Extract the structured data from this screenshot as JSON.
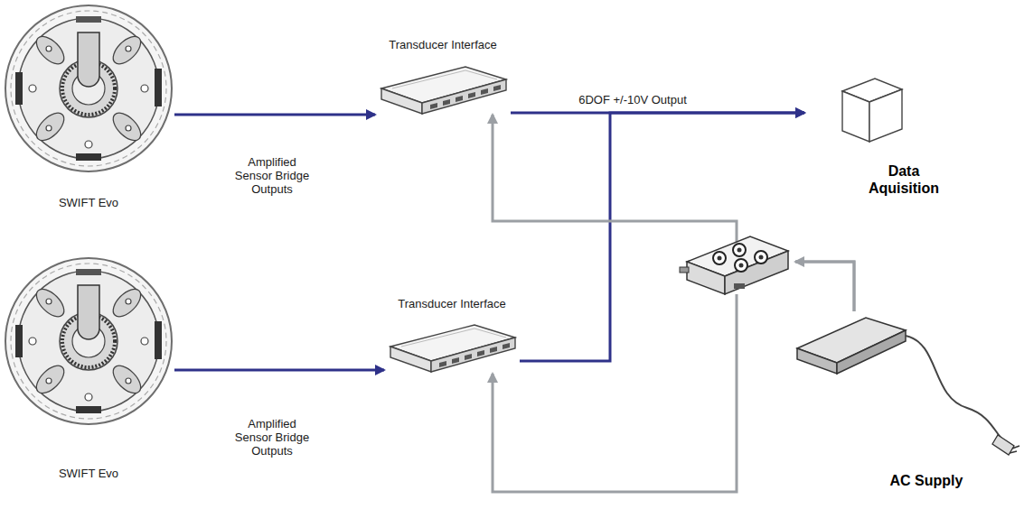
{
  "diagram": {
    "nodes": [
      {
        "text": [
          "SWIFT Evo"
        ]
      },
      {
        "text": [
          "Transducer Interface"
        ]
      },
      {
        "text": [
          "Data Aquisition"
        ]
      },
      {
        "text": [
          "SWIFT Evo"
        ]
      },
      {
        "text": [
          "Transducer Interface"
        ]
      },
      {
        "text": [
          "AC Supply"
        ]
      }
    ],
    "edges": [
      {
        "from": 0,
        "to": 1,
        "arrow": "to",
        "label": "Amplified Sensor Bridge Outputs"
      },
      {
        "from": 1,
        "to": 2,
        "arrow": "to",
        "label": "6DOF +/-10V Output"
      },
      {
        "from": 3,
        "to": 4,
        "arrow": "to",
        "label": "Amplified Sensor Bridge Outputs"
      },
      {
        "from": 4,
        "to": 2,
        "arrow": "to"
      },
      {
        "from": 5,
        "to": 1,
        "arrow": "to"
      },
      {
        "from": 5,
        "to": 4,
        "arrow": "to"
      }
    ]
  }
}
